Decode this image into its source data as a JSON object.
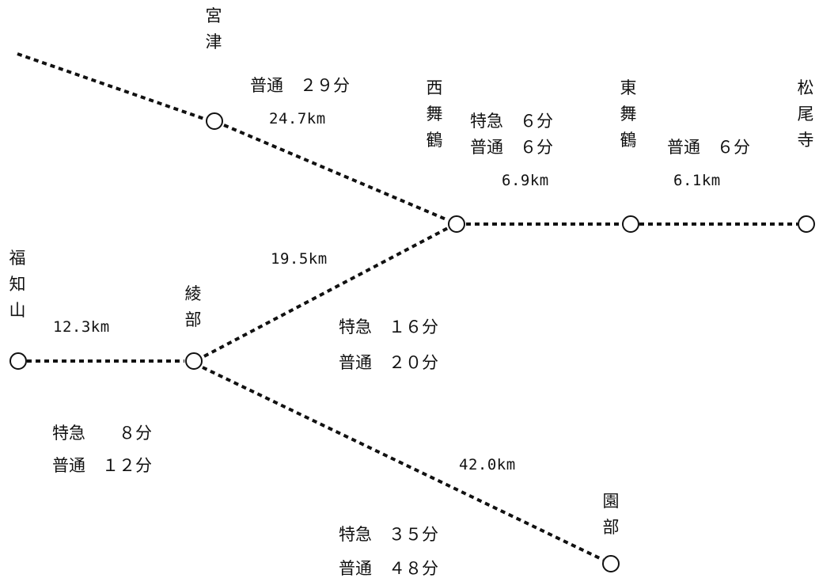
{
  "stations": {
    "miyazu": {
      "name": "宮津",
      "chars": [
        "宮",
        "津"
      ]
    },
    "nishi_maizuru": {
      "name": "西舞鶴",
      "chars": [
        "西",
        "舞",
        "鶴"
      ]
    },
    "higashi_maizuru": {
      "name": "東舞鶴",
      "chars": [
        "東",
        "舞",
        "鶴"
      ]
    },
    "matsunoodera": {
      "name": "松尾寺",
      "chars": [
        "松",
        "尾",
        "寺"
      ]
    },
    "fukuchiyama": {
      "name": "福知山",
      "chars": [
        "福",
        "知",
        "山"
      ]
    },
    "ayabe": {
      "name": "綾部",
      "chars": [
        "綾",
        "部"
      ]
    },
    "sonobe": {
      "name": "園部",
      "chars": [
        "園",
        "部"
      ]
    }
  },
  "segments": {
    "miyazu_nishimaizuru": {
      "distance": "24.7km",
      "futsu": "普通　２９分"
    },
    "nishimaizuru_higashimaizuru": {
      "distance": "6.9km",
      "tokkyu": "特急　６分",
      "futsu": "普通　６分"
    },
    "higashimaizuru_matsunoodera": {
      "distance": "6.1km",
      "futsu": "普通　６分"
    },
    "ayabe_nishimaizuru": {
      "distance": "19.5km",
      "tokkyu": "特急　１６分",
      "futsu": "普通　２０分"
    },
    "fukuchiyama_ayabe": {
      "distance": "12.3km",
      "tokkyu": "特急　　８分",
      "futsu": "普通　１２分"
    },
    "ayabe_sonobe": {
      "distance": "42.0km",
      "tokkyu": "特急　３５分",
      "futsu": "普通　４８分"
    }
  }
}
